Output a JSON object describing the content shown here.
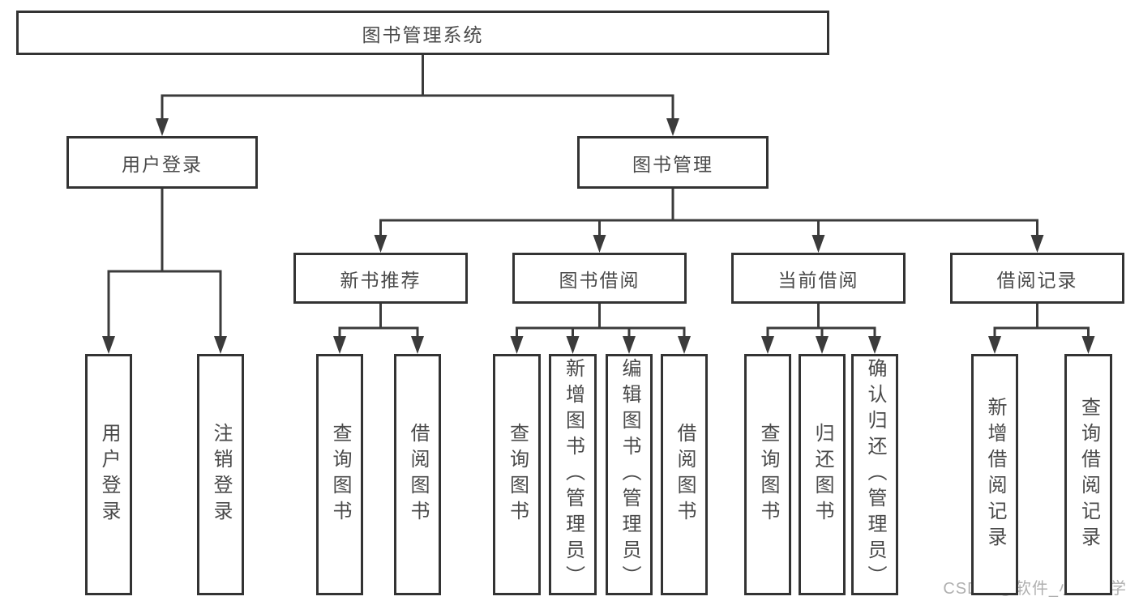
{
  "diagram": {
    "watermark": "CSDN @软件_小贺同学",
    "colors": {
      "line": "#3b3b3b",
      "border": "#333333",
      "text": "#4a4a4a",
      "watermark": "#b0b0b0",
      "background": "#ffffff"
    },
    "nodes": [
      {
        "id": "root",
        "label": "图书管理系统",
        "children": [
          "user-login",
          "book-mgmt"
        ]
      },
      {
        "id": "user-login",
        "label": "用户登录",
        "children": [
          "login",
          "logout"
        ]
      },
      {
        "id": "book-mgmt",
        "label": "图书管理",
        "children": [
          "new-book-rec",
          "book-borrow",
          "current-borrow",
          "borrow-records"
        ]
      },
      {
        "id": "new-book-rec",
        "label": "新书推荐",
        "children": [
          "nbr-query",
          "nbr-borrow"
        ]
      },
      {
        "id": "book-borrow",
        "label": "图书借阅",
        "children": [
          "bb-query",
          "bb-add",
          "bb-edit",
          "bb-borrow"
        ]
      },
      {
        "id": "current-borrow",
        "label": "当前借阅",
        "children": [
          "cb-query",
          "cb-return",
          "cb-confirm"
        ]
      },
      {
        "id": "borrow-records",
        "label": "借阅记录",
        "children": [
          "br-add",
          "br-query"
        ]
      },
      {
        "id": "login",
        "label": "用户登录",
        "children": []
      },
      {
        "id": "logout",
        "label": "注销登录",
        "children": []
      },
      {
        "id": "nbr-query",
        "label": "查询图书",
        "children": []
      },
      {
        "id": "nbr-borrow",
        "label": "借阅图书",
        "children": []
      },
      {
        "id": "bb-query",
        "label": "查询图书",
        "children": []
      },
      {
        "id": "bb-add",
        "label": "新增图书（管理员）",
        "children": []
      },
      {
        "id": "bb-edit",
        "label": "编辑图书（管理员）",
        "children": []
      },
      {
        "id": "bb-borrow",
        "label": "借阅图书",
        "children": []
      },
      {
        "id": "cb-query",
        "label": "查询图书",
        "children": []
      },
      {
        "id": "cb-return",
        "label": "归还图书",
        "children": []
      },
      {
        "id": "cb-confirm",
        "label": "确认归还（管理员）",
        "children": []
      },
      {
        "id": "br-add",
        "label": "新增借阅记录",
        "children": []
      },
      {
        "id": "br-query",
        "label": "查询借阅记录",
        "children": []
      }
    ]
  }
}
